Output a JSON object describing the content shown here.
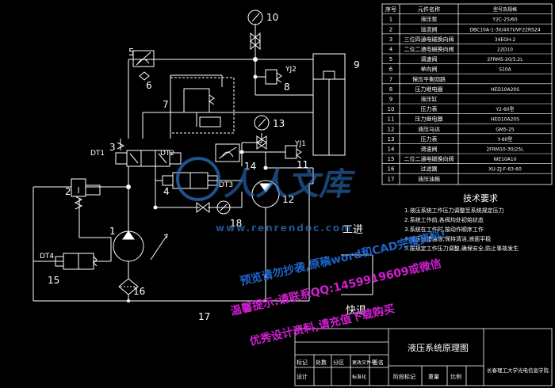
{
  "colors": {
    "background": "#000000",
    "lines": "#ffffff",
    "watermark_blue": "#1e64c8",
    "watermark_magenta": "#d21ed2",
    "watermark_logo": "#2d78c8"
  },
  "diagram": {
    "callouts": [
      "1",
      "2",
      "3",
      "4",
      "5",
      "6",
      "7",
      "8",
      "9",
      "10",
      "11",
      "12",
      "13",
      "14",
      "15",
      "16",
      "17",
      "18"
    ],
    "solenoids": [
      "DT1",
      "DT2",
      "DT3",
      "DT4",
      "YJ1",
      "YJ2"
    ],
    "motions": {
      "work": "工进",
      "fast_return": "快退"
    }
  },
  "parts_table": {
    "headers": [
      "序号",
      "元件名称",
      "型号及规格"
    ],
    "rows": [
      [
        "1",
        "液压泵",
        "Y2C-25/60"
      ],
      [
        "2",
        "溢流阀",
        "DBC10A-1-30/4X7UVF22RS24"
      ],
      [
        "3",
        "三位四通电磁换向阀",
        "34EGH-2"
      ],
      [
        "4",
        "二位二通电磁换向阀",
        "22D10"
      ],
      [
        "5",
        "调速阀",
        "2FRM5-20/3.2L"
      ],
      [
        "6",
        "单向阀",
        "S10A"
      ],
      [
        "7",
        "保压平衡回路",
        ""
      ],
      [
        "8",
        "压力继电器",
        "HED10A20S"
      ],
      [
        "9",
        "液压缸",
        ""
      ],
      [
        "10",
        "压力表",
        "Y2-60型"
      ],
      [
        "11",
        "压力继电器",
        "HED10A20S"
      ],
      [
        "12",
        "液压马达",
        "GM5-25"
      ],
      [
        "13",
        "压力表",
        "Y-60型"
      ],
      [
        "14",
        "调速阀",
        "2FRM10-30/25L"
      ],
      [
        "15",
        "二位二通电磁换向阀",
        "WE10A10"
      ],
      [
        "16",
        "过滤器",
        "XU-ZJ-F-63-60"
      ],
      [
        "17",
        "液压油箱",
        ""
      ]
    ]
  },
  "title_block": {
    "drawing_title": "液压系统原理图",
    "school": "长春理工大学光电信息学院",
    "row_labels": [
      "标记",
      "处数",
      "分区",
      "更改文件号",
      "签名"
    ],
    "design_label": "设计",
    "standard_label": "标准化",
    "stage_labels": [
      "阶段标记",
      "重量",
      "比例"
    ]
  },
  "tech_requirements": {
    "title": "技术要求",
    "items": [
      "1.液压系统工作压力调整至系统规定压力",
      "2.系统工作前,各阀均处初始状态",
      "3.系统在工作时,按动作顺序工作",
      "4.液压油箱油液,保持清洁,液面平稳",
      "5.按规定工作压力调整,确保安全,防止事故发生"
    ]
  },
  "watermark": {
    "logo_text": "人人文库",
    "site": "www.renrendoc.com",
    "line1": "预览请勿抄袭,原稿word和CAD完整资料!",
    "line2": "温馨提示:请联系QQ:1459919609或微信",
    "line3": "优秀设计资料,请充值下载购买"
  }
}
